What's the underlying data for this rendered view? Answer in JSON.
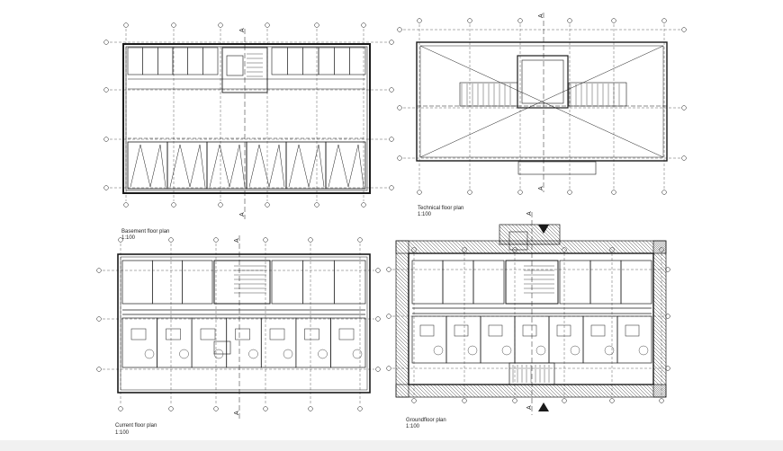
{
  "plans": [
    {
      "id": "basement",
      "title": "Basement floor plan",
      "scale": "1:100"
    },
    {
      "id": "technical",
      "title": "Technical floor plan",
      "scale": "1:100"
    },
    {
      "id": "current",
      "title": "Current floor plan",
      "scale": "1:100"
    },
    {
      "id": "ground",
      "title": "Groundfloor plan",
      "scale": "1:100"
    }
  ],
  "section_mark": "A",
  "colors": {
    "line": "#1a1a1a",
    "hatch": "#444444",
    "background": "#ffffff",
    "footer": "#f1f1f1"
  }
}
